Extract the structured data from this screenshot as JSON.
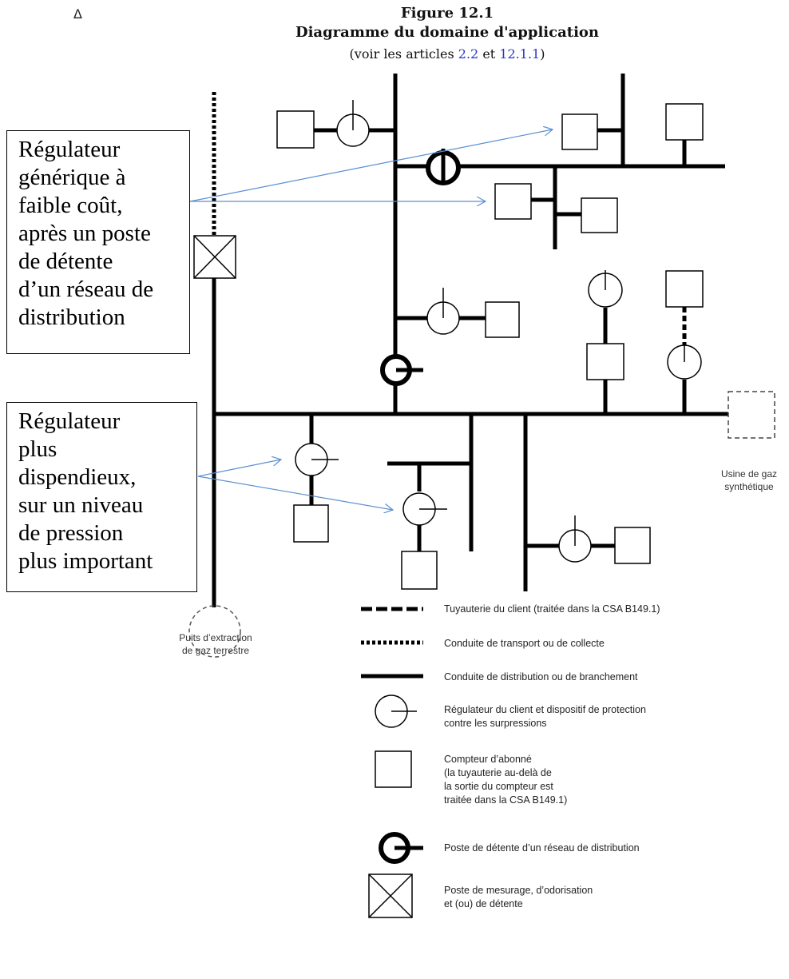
{
  "header": {
    "delta": "Δ",
    "figure_number": "Figure 12.1",
    "title": "Diagramme du domaine d'application",
    "refs_prefix": "(voir les articles ",
    "ref_1": "2.2",
    "refs_and": " et ",
    "ref_2": "12.1.1",
    "refs_suffix": ")"
  },
  "callouts": {
    "generic": [
      "Régulateur",
      "générique à",
      "faible coût,",
      "après un poste",
      "de détente",
      "d’un réseau de",
      "distribution"
    ],
    "expensive": [
      "Régulateur",
      "plus",
      "dispendieux,",
      "sur un niveau",
      "de pression",
      "plus important"
    ]
  },
  "labels": {
    "well": [
      "Puits d’extraction",
      "de gaz terrestre"
    ],
    "plant": [
      "Usine de gaz",
      "synthétique"
    ]
  },
  "legend": {
    "customer_piping": "Tuyauterie du client (traitée dans la CSA B149.1)",
    "transmission": "Conduite de transport ou de collecte",
    "distribution": "Conduite de distribution ou de branchement",
    "customer_regulator": [
      "Régulateur du client et dispositif de protection",
      "contre les surpressions"
    ],
    "meter": [
      "Compteur d’abonné",
      "(la tuyauterie au-delà de",
      "la sortie du compteur est",
      "traitée dans la CSA B149.1)"
    ],
    "district_station": "Poste de détente d’un réseau de distribution",
    "metering_station": [
      "Poste de mesurage, d’odorisation",
      "et (ou) de détente"
    ]
  },
  "colors": {
    "pipe": "#000000",
    "arrow": "#5b8fd1",
    "ref_link": "#2a36c8",
    "dashed_outline": "#444444"
  }
}
